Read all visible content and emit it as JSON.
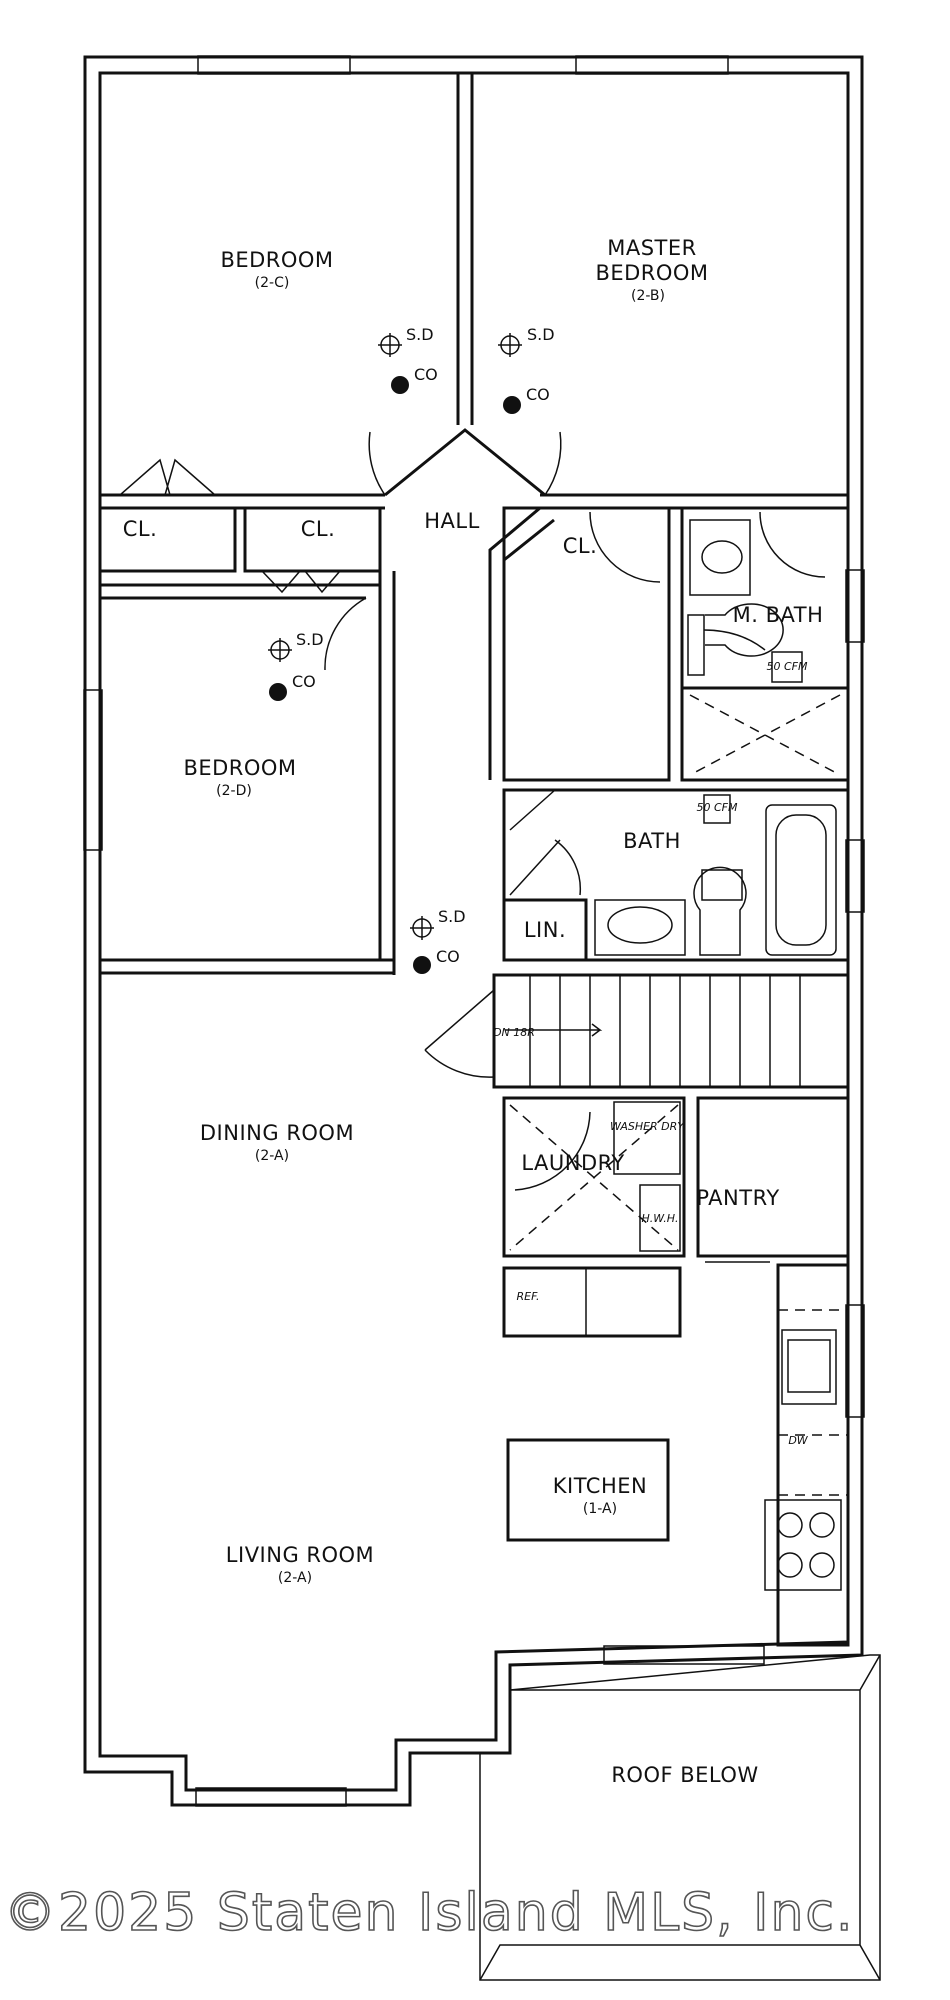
{
  "rooms": {
    "bedroom_2c": {
      "name": "BEDROOM",
      "unit": "(2-C)"
    },
    "master": {
      "name_line1": "MASTER",
      "name_line2": "BEDROOM",
      "unit": "(2-B)"
    },
    "hall": "HALL",
    "closet_a": "CL.",
    "closet_b": "CL.",
    "closet_c": "CL.",
    "mbath": "M. BATH",
    "bedroom_2d": {
      "name": "BEDROOM",
      "unit": "(2-D)"
    },
    "bath": "BATH",
    "linen": "LIN.",
    "stairs": "DN 18R",
    "laundry": "LAUNDRY",
    "washer": "WASHER DRY",
    "hwh": "H.W.H.",
    "pantry": "PANTRY",
    "dining": {
      "name": "DINING ROOM",
      "unit": "(2-A)"
    },
    "ref": "REF.",
    "dw": "DW",
    "kitchen": {
      "name": "KITCHEN",
      "unit": "(1-A)"
    },
    "living": {
      "name": "LIVING ROOM",
      "unit": "(2-A)"
    },
    "roof": "ROOF BELOW"
  },
  "detectors": {
    "smoke": "S.D",
    "co": "CO"
  },
  "fans": {
    "mbath": "50 CFM",
    "bath": "50 CFM"
  },
  "watermark": "©2025 Staten Island MLS, Inc."
}
